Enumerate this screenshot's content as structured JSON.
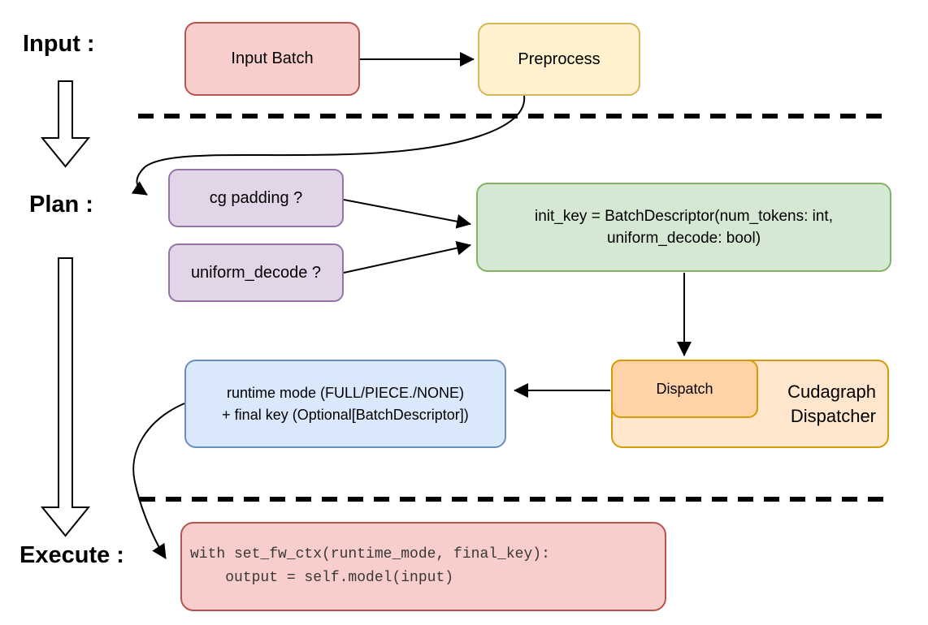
{
  "stage_labels": {
    "input": "Input :",
    "plan": "Plan :",
    "execute": "Execute :"
  },
  "nodes": {
    "input_batch": {
      "label": "Input Batch",
      "fill": "#f8cecc",
      "stroke": "#b85450"
    },
    "preprocess": {
      "label": "Preprocess",
      "fill": "#fff2cc",
      "stroke": "#d6b656"
    },
    "cg_padding": {
      "label": "cg padding ?",
      "fill": "#e1d5e7",
      "stroke": "#9673a6"
    },
    "uniform_decode": {
      "label": "uniform_decode ?",
      "fill": "#e1d5e7",
      "stroke": "#9673a6"
    },
    "init_key": {
      "line1": "init_key = BatchDescriptor(num_tokens: int,",
      "line2": "uniform_decode: bool)",
      "fill": "#d5e8d4",
      "stroke": "#82b366"
    },
    "runtime_mode": {
      "line1": "runtime mode (FULL/PIECE./NONE)",
      "line2": "+ final key (Optional[BatchDescriptor])",
      "fill": "#dae8fc",
      "stroke": "#6c8ebf"
    },
    "dispatch": {
      "label": "Dispatch",
      "fill": "#ffd2a8",
      "stroke": "#d79b00"
    },
    "cudagraph_dispatcher": {
      "line1": "Cudagraph",
      "line2": "Dispatcher",
      "fill": "#ffe6cc",
      "stroke": "#d79b00"
    },
    "execute_code": {
      "line1": "with set_fw_ctx(runtime_mode, final_key):",
      "line2": "    output = self.model(input)",
      "fill": "#f8cecc",
      "stroke": "#b85450"
    }
  },
  "line_color": "#000000"
}
